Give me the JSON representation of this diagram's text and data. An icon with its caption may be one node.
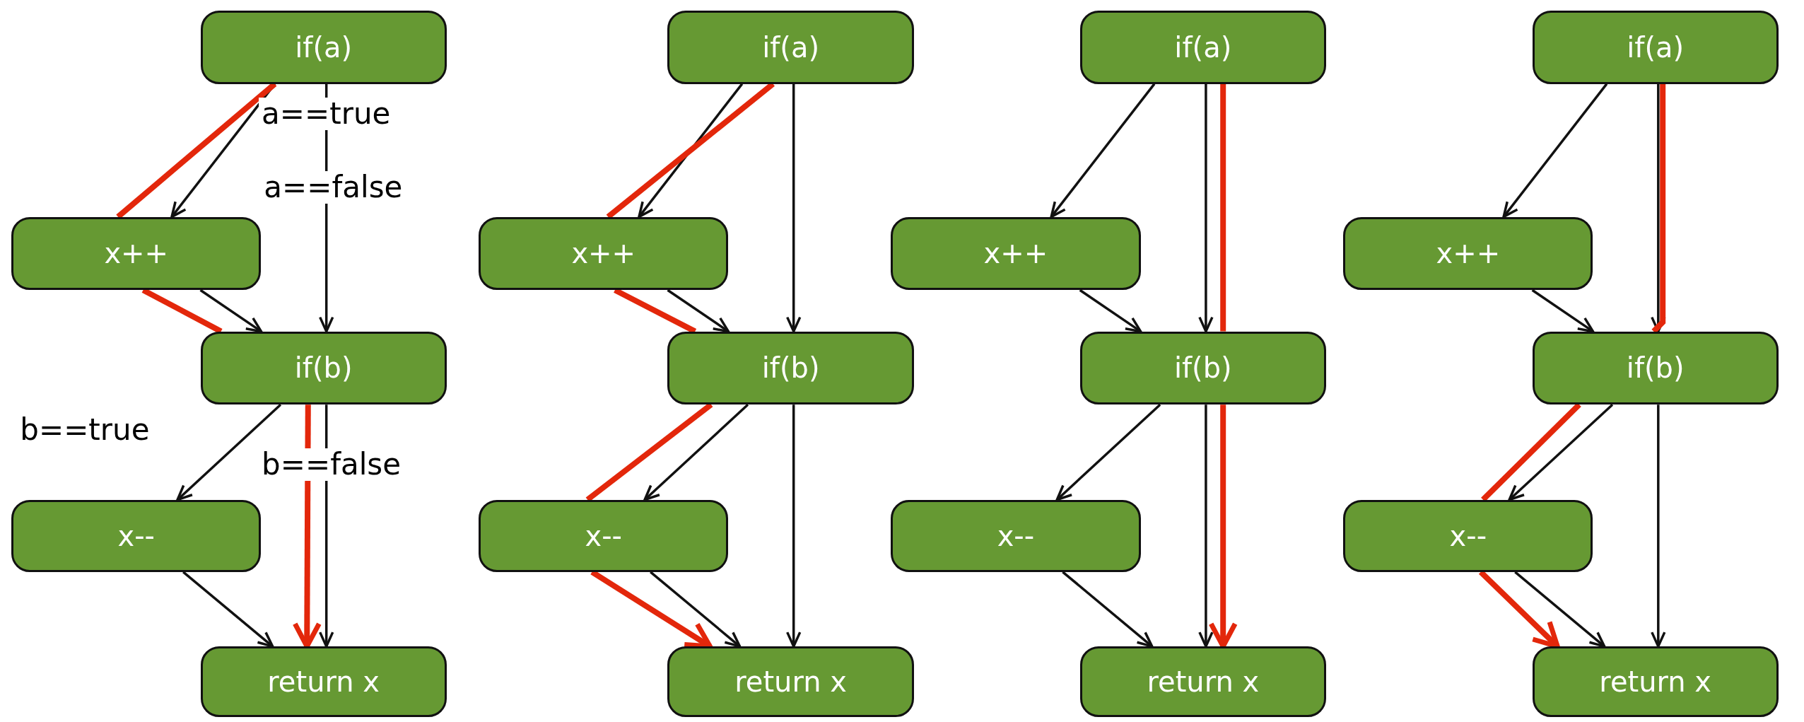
{
  "diagram": {
    "nodes": [
      {
        "text": [
          "if(a)"
        ]
      },
      {
        "text": [
          "x++"
        ]
      },
      {
        "text": [
          "if(b)"
        ]
      },
      {
        "text": [
          "x--"
        ]
      },
      {
        "text": [
          "return x"
        ]
      },
      {
        "text": [
          "if(a)"
        ]
      },
      {
        "text": [
          "x++"
        ]
      },
      {
        "text": [
          "if(b)"
        ]
      },
      {
        "text": [
          "x--"
        ]
      },
      {
        "text": [
          "return x"
        ]
      },
      {
        "text": [
          "if(a)"
        ]
      },
      {
        "text": [
          "x++"
        ]
      },
      {
        "text": [
          "if(b)"
        ]
      },
      {
        "text": [
          "x--"
        ]
      },
      {
        "text": [
          "return x"
        ]
      },
      {
        "text": [
          "if(a)"
        ]
      },
      {
        "text": [
          "x++"
        ]
      },
      {
        "text": [
          "if(b)"
        ]
      },
      {
        "text": [
          "x--"
        ]
      },
      {
        "text": [
          "return x"
        ]
      }
    ],
    "edges": [
      {
        "from": 0,
        "to": 1,
        "arrow": "to",
        "label": "a==true"
      },
      {
        "from": 0,
        "to": 2,
        "arrow": "to",
        "label": "a==false"
      },
      {
        "from": 1,
        "to": 2,
        "arrow": "to"
      },
      {
        "from": 2,
        "to": 3,
        "arrow": "to",
        "label": "b==true"
      },
      {
        "from": 2,
        "to": 4,
        "arrow": "to",
        "label": "b==false"
      },
      {
        "from": 3,
        "to": 4,
        "arrow": "to"
      },
      {
        "from": 0,
        "to": 1,
        "arrow": "none",
        "style": "thick",
        "color": "#e3270b"
      },
      {
        "from": 1,
        "to": 2,
        "arrow": "none",
        "style": "thick",
        "color": "#e3270b"
      },
      {
        "from": 2,
        "to": 4,
        "arrow": "to",
        "style": "thick",
        "color": "#e3270b"
      },
      {
        "from": 5,
        "to": 6,
        "arrow": "to"
      },
      {
        "from": 5,
        "to": 7,
        "arrow": "to"
      },
      {
        "from": 6,
        "to": 7,
        "arrow": "to"
      },
      {
        "from": 7,
        "to": 8,
        "arrow": "to"
      },
      {
        "from": 7,
        "to": 9,
        "arrow": "to"
      },
      {
        "from": 8,
        "to": 9,
        "arrow": "to"
      },
      {
        "from": 5,
        "to": 6,
        "arrow": "none",
        "style": "thick",
        "color": "#e3270b"
      },
      {
        "from": 6,
        "to": 7,
        "arrow": "none",
        "style": "thick",
        "color": "#e3270b"
      },
      {
        "from": 7,
        "to": 8,
        "arrow": "none",
        "style": "thick",
        "color": "#e3270b"
      },
      {
        "from": 8,
        "to": 9,
        "arrow": "to",
        "style": "thick",
        "color": "#e3270b"
      },
      {
        "from": 10,
        "to": 11,
        "arrow": "to"
      },
      {
        "from": 10,
        "to": 12,
        "arrow": "to"
      },
      {
        "from": 11,
        "to": 12,
        "arrow": "to"
      },
      {
        "from": 12,
        "to": 13,
        "arrow": "to"
      },
      {
        "from": 12,
        "to": 14,
        "arrow": "to"
      },
      {
        "from": 13,
        "to": 14,
        "arrow": "to"
      },
      {
        "from": 10,
        "to": 12,
        "arrow": "none",
        "style": "thick",
        "color": "#e3270b"
      },
      {
        "from": 12,
        "to": 14,
        "arrow": "to",
        "style": "thick",
        "color": "#e3270b"
      },
      {
        "from": 15,
        "to": 16,
        "arrow": "to"
      },
      {
        "from": 15,
        "to": 17,
        "arrow": "to"
      },
      {
        "from": 16,
        "to": 17,
        "arrow": "to"
      },
      {
        "from": 17,
        "to": 18,
        "arrow": "to"
      },
      {
        "from": 17,
        "to": 19,
        "arrow": "to"
      },
      {
        "from": 18,
        "to": 19,
        "arrow": "to"
      },
      {
        "from": 15,
        "to": 17,
        "arrow": "none",
        "style": "thick",
        "color": "#e3270b"
      },
      {
        "from": 17,
        "to": 18,
        "arrow": "none",
        "style": "thick",
        "color": "#e3270b"
      },
      {
        "from": 18,
        "to": 19,
        "arrow": "to",
        "style": "thick",
        "color": "#e3270b"
      }
    ]
  }
}
